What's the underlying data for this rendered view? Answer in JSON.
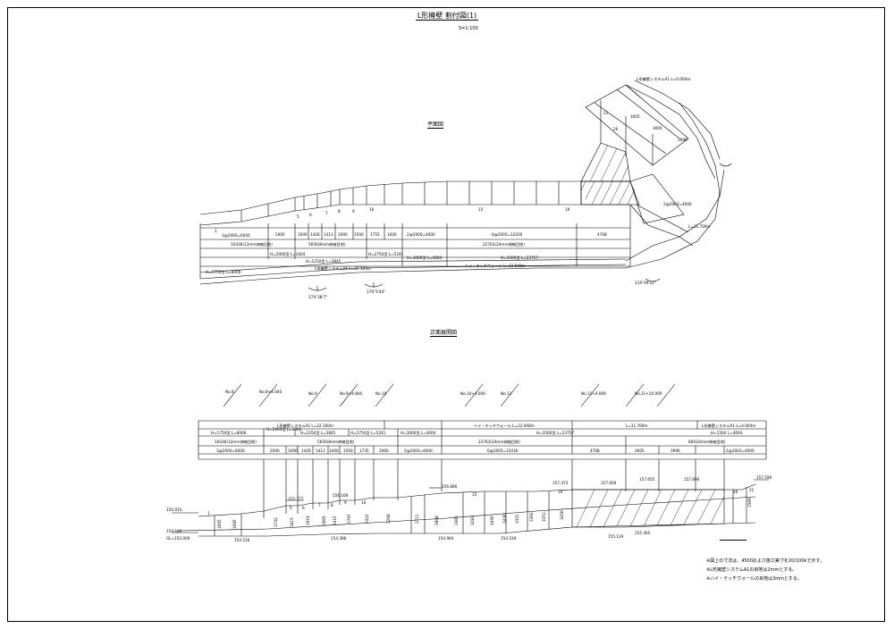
{
  "drawing": {
    "title": "L形擁壁 割付図(1)",
    "scale": "S=1:100",
    "plan_title": "平面図",
    "elevation_title": "正面展開図"
  },
  "plan": {
    "segments": [
      "1",
      "5",
      "6",
      "7",
      "8",
      "9",
      "10",
      "15",
      "19"
    ],
    "row1": [
      "3@2000=6000",
      "2000",
      "1000",
      "1426",
      "1413",
      "1000",
      "1500",
      "1755",
      "1000",
      "2@2000=4000",
      "6@2005=12030",
      "4708"
    ],
    "row2": [
      "10436(12mm伸縮目地)",
      "5656(8mm伸縮目地)",
      "22763(24mm伸縮目地)"
    ],
    "row3": [
      "H=2000型 L=3404",
      "H=2250型 L=3845",
      "H=2750型 L=5241",
      "H=3000型 L=4004",
      "H=3500型 L=23757"
    ],
    "row4": [
      "H=1750型 L=8006",
      "L形擁壁システムA1 L=22.103m",
      "ハイ・テッチウォール L=12.048m"
    ],
    "upper_dims": [
      "3005",
      "3005",
      "3996",
      "2@2003=4000",
      "21",
      "20"
    ],
    "upper_labels": [
      "L形擁壁システムA1 L=4.004m",
      "L=11.709m"
    ],
    "angles": [
      "174°38'7\"",
      "176°5'44\"",
      "119°49'21\""
    ]
  },
  "elevation": {
    "top_labels": [
      "No.8",
      "No.8+4.000",
      "No.9",
      "No.9+4.800",
      "No.10",
      "No.10+4.000",
      "No.11",
      "No.11+4.000",
      "No.11+10.000"
    ],
    "system_row": [
      "L形擁壁システムA1 L=22.100m",
      "ハイ・テッチウォール L=12.048m",
      "L=11.709m",
      "L形擁壁システムA1 L=4.004m"
    ],
    "type_row": [
      "H=1750型 L=8006",
      "H=2000型 L=3404",
      "H=2250型 L=3845",
      "H=2750型 L=5241",
      "H=3000型 L=4004",
      "H=3500型 L=23757",
      "H=150X L=4004"
    ],
    "joint_row": [
      "10436(12mm伸縮目地)",
      "5656(8mm伸縮目地)",
      "22763(24mm伸縮目地)",
      "8003(4mm伸縮目地)"
    ],
    "dim_row": [
      "3@2000=6000",
      "2000",
      "1000",
      "1426",
      "1413",
      "1000",
      "1500",
      "1735",
      "2060",
      "2@2000=4000",
      "6@2005=12030",
      "4708",
      "3005",
      "3996",
      "2@2003=4000"
    ],
    "panel_numbers": [
      "1",
      "5",
      "6",
      "7",
      "8",
      "9",
      "10",
      "15",
      "19",
      "20",
      "21"
    ],
    "heights": [
      "1605",
      "1685",
      "1742",
      "1815",
      "1919",
      "2005",
      "2415",
      "2797",
      "2422",
      "2268",
      "2711",
      "2898",
      "3306",
      "3283",
      "3450",
      "3430",
      "3351",
      "3392",
      "3351",
      "3450",
      "1569"
    ],
    "elevations": [
      "155.015",
      "154.516",
      "154.386",
      "155.777",
      "156.166",
      "156.880",
      "157.373",
      "157.600",
      "157.655",
      "157.690",
      "157.590",
      "154.964",
      "154.539",
      "155.129",
      "155.365",
      "154.646",
      "GL=153.000"
    ]
  },
  "notes": [
    "※図上の寸法は、4500および施工実寸を20/100kで示す。",
    "※L形擁壁システムA1の目地は2mmとする。",
    "※ハイ・テッチウォールの目地は3mmとする。"
  ]
}
